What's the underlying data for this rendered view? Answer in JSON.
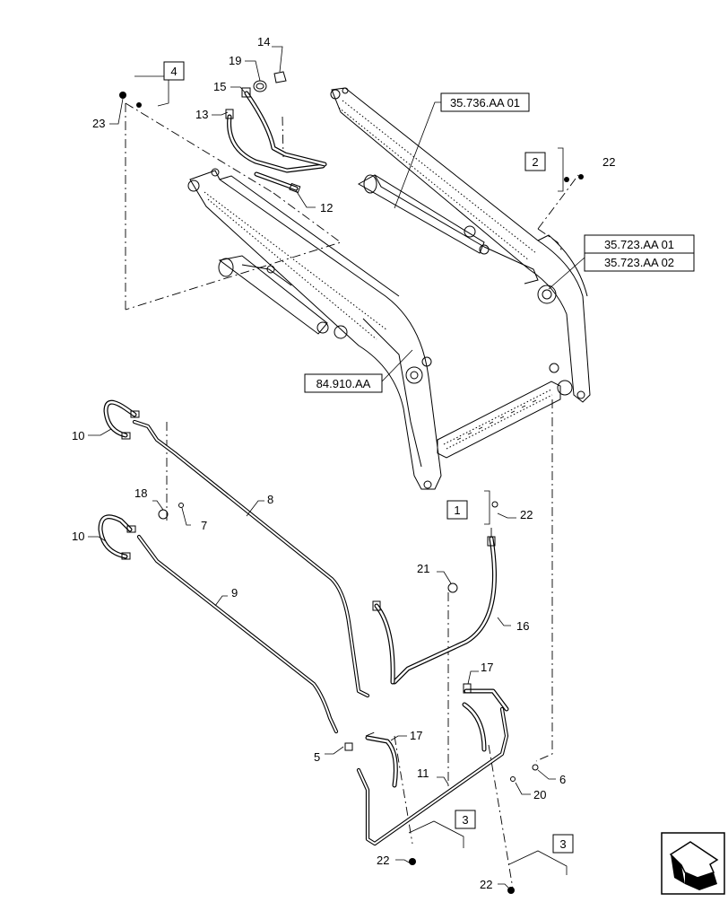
{
  "callouts": {
    "c14": "14",
    "c19": "19",
    "c15": "15",
    "c13": "13",
    "c12": "12",
    "c23": "23",
    "c22_top": "22",
    "c10_top": "10",
    "c10_bot": "10",
    "c18": "18",
    "c7": "7",
    "c8": "8",
    "c9": "9",
    "c22_mid": "22",
    "c21": "21",
    "c16": "16",
    "c17_right": "17",
    "c17_left": "17",
    "c5": "5",
    "c11": "11",
    "c6": "6",
    "c20": "20",
    "c22_bot_left": "22",
    "c22_bot_right": "22"
  },
  "view_boxes": {
    "v4": "4",
    "v2": "2",
    "v1": "1",
    "v3_left": "3",
    "v3_right": "3"
  },
  "references": {
    "ref_boom_cylinder": "35.736.AA 01",
    "ref_pivot_1": "35.723.AA 01",
    "ref_pivot_2": "35.723.AA 02",
    "ref_loader_arm": "84.910.AA"
  },
  "icons": {
    "orientation": "forward-arrow-icon"
  }
}
